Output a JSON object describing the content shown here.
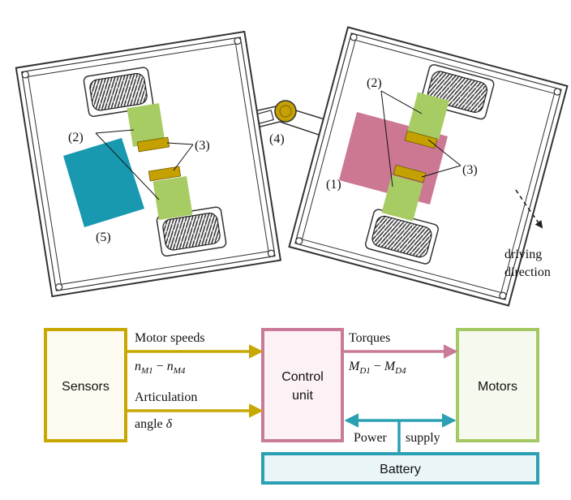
{
  "top_figure": {
    "callouts": {
      "c1": "(1)",
      "c2_left": "(2)",
      "c3_left": "(3)",
      "c4": "(4)",
      "c5": "(5)",
      "c2_right": "(2)",
      "c3_right": "(3)"
    },
    "direction_line1": "driving",
    "direction_line2": "direction"
  },
  "block_diagram": {
    "sensors": "Sensors",
    "control_line1": "Control",
    "control_line2": "unit",
    "motors": "Motors",
    "battery": "Battery",
    "motor_speeds": "Motor speeds",
    "speed_n1": "n",
    "speed_sub1": "M1",
    "speed_dash": " − ",
    "speed_n4": "n",
    "speed_sub4": "M4",
    "articulation": "Articulation",
    "angle_word": "angle ",
    "angle_sym": "δ",
    "torques": "Torques",
    "torque_m1": "M",
    "torque_sub1": "D1",
    "torque_dash": " − ",
    "torque_m4": "M",
    "torque_sub4": "D4",
    "power": "Power",
    "supply": "supply"
  },
  "colors": {
    "sensors": "#c8a800",
    "control": "#c97a99",
    "motors": "#a4c964",
    "battery": "#2aa0b2",
    "drive_green": "#a8cc64",
    "gear_gold": "#c4a000",
    "battery_teal": "#1899b0",
    "control_pink": "#cc7892"
  }
}
